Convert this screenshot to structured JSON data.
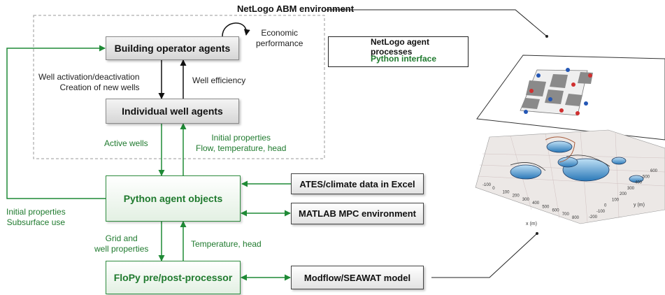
{
  "environment": {
    "title": "NetLogo ABM environment"
  },
  "legend": {
    "netlogo_label": "NetLogo  agent processes",
    "python_label": "Python interface"
  },
  "nodes": {
    "building_operator": "Building operator agents",
    "individual_well": "Individual well agents",
    "python_agent": "Python agent objects",
    "flopy": "FloPy pre/post-processor",
    "ates_climate": "ATES/climate data in Excel",
    "matlab_mpc": "MATLAB MPC environment",
    "modflow": "Modflow/SEAWAT model"
  },
  "edge_labels": {
    "economic": [
      "Economic",
      "performance"
    ],
    "well_activation": [
      "Well activation/deactivation",
      "Creation of new wells"
    ],
    "well_efficiency": "Well efficiency",
    "active_wells": "Active wells",
    "initial_props_flow": [
      "Initial properties",
      "Flow, temperature, head"
    ],
    "initial_props_subsurface": [
      "Initial properties",
      "Subsurface use"
    ],
    "grid_well": [
      "Grid and",
      "well properties"
    ],
    "temp_head": "Temperature, head"
  },
  "plot": {
    "x_axis_label": "x (m)",
    "y_axis_label": "y (m)",
    "x_ticks": [
      "-100",
      "0",
      "100",
      "200",
      "300",
      "400",
      "500",
      "600",
      "700",
      "800"
    ],
    "y_ticks": [
      "-200",
      "-100",
      "0",
      "100",
      "200",
      "300",
      "400",
      "500",
      "600"
    ]
  },
  "colors": {
    "black_arrow": "#111111",
    "green_arrow": "#1f8a36",
    "dashed_border": "#9a9a9a"
  }
}
